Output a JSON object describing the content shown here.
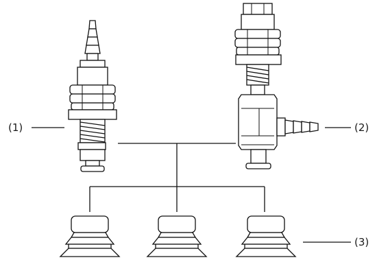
{
  "labels": {
    "callout_1": "(1)",
    "callout_2": "(2)",
    "callout_3": "(3)"
  },
  "colors": {
    "stroke": "#111111",
    "background": "#ffffff"
  }
}
